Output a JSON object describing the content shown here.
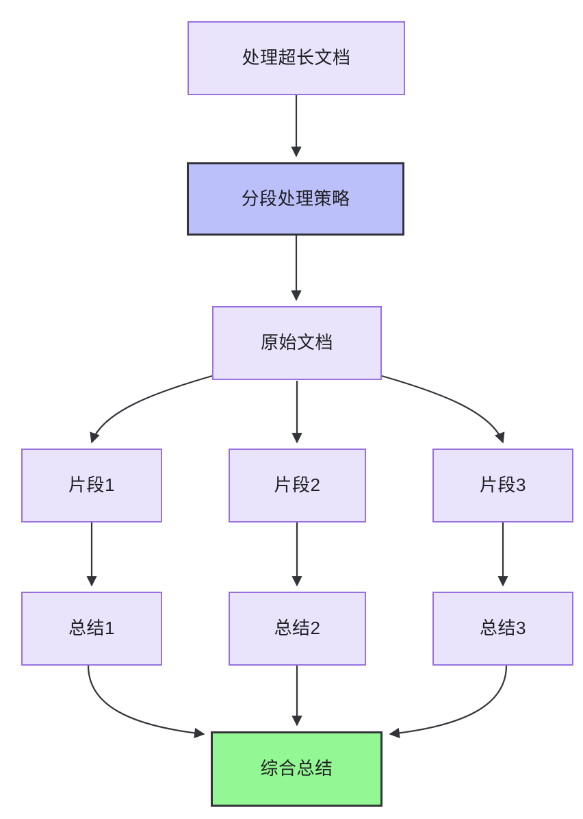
{
  "diagram": {
    "title": "",
    "type": "flowchart",
    "direction": "top-down",
    "background_color": "#ffffff",
    "styles": {
      "plain_fill": "#e9e4fb",
      "plain_border": "#9a70e0",
      "strategy_fill": "#bcc0fa",
      "strategy_border": "#33333a",
      "final_fill": "#93f893",
      "final_border": "#33333a",
      "edge_color": "#33333a",
      "text_color": "#1f1f23"
    },
    "nodes": {
      "long_doc": "处理超长文档",
      "strategy": "分段处理策略",
      "source_doc": "原始文档",
      "fragment_1": "片段1",
      "fragment_2": "片段2",
      "fragment_3": "片段3",
      "summary_1": "总结1",
      "summary_2": "总结2",
      "summary_3": "总结3",
      "final_summary": "综合总结"
    },
    "edges": [
      {
        "from": "long_doc",
        "to": "strategy",
        "label": "",
        "shape": "straight"
      },
      {
        "from": "strategy",
        "to": "source_doc",
        "label": "",
        "shape": "straight"
      },
      {
        "from": "source_doc",
        "to": "fragment_1",
        "label": "",
        "shape": "curve-left"
      },
      {
        "from": "source_doc",
        "to": "fragment_2",
        "label": "",
        "shape": "straight"
      },
      {
        "from": "source_doc",
        "to": "fragment_3",
        "label": "",
        "shape": "curve-right"
      },
      {
        "from": "fragment_1",
        "to": "summary_1",
        "label": "",
        "shape": "straight"
      },
      {
        "from": "fragment_2",
        "to": "summary_2",
        "label": "",
        "shape": "straight"
      },
      {
        "from": "fragment_3",
        "to": "summary_3",
        "label": "",
        "shape": "straight"
      },
      {
        "from": "summary_1",
        "to": "final_summary",
        "label": "",
        "shape": "curve-right"
      },
      {
        "from": "summary_2",
        "to": "final_summary",
        "label": "",
        "shape": "straight"
      },
      {
        "from": "summary_3",
        "to": "final_summary",
        "label": "",
        "shape": "curve-left"
      }
    ]
  }
}
